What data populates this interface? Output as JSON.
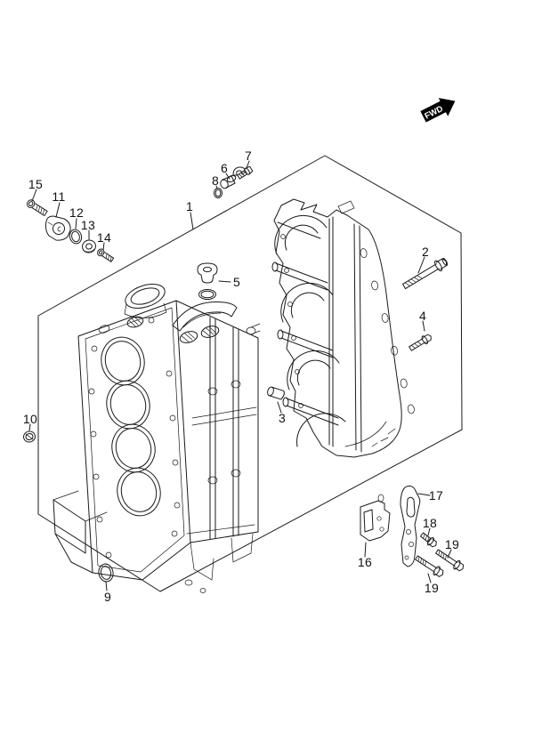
{
  "fwd_label": "FWD",
  "colors": {
    "line": "#1a1a1a",
    "background": "#ffffff",
    "fwd_arrow_fill": "#000000",
    "fwd_text": "#ffffff"
  },
  "callouts": {
    "c1": "1",
    "c2": "2",
    "c3": "3",
    "c4": "4",
    "c5": "5",
    "c6": "6",
    "c7": "7",
    "c8": "8",
    "c9": "9",
    "c10": "10",
    "c11": "11",
    "c12": "12",
    "c13": "13",
    "c14": "14",
    "c15": "15",
    "c16": "16",
    "c17": "17",
    "c18": "18",
    "c19a": "19",
    "c19b": "19"
  }
}
